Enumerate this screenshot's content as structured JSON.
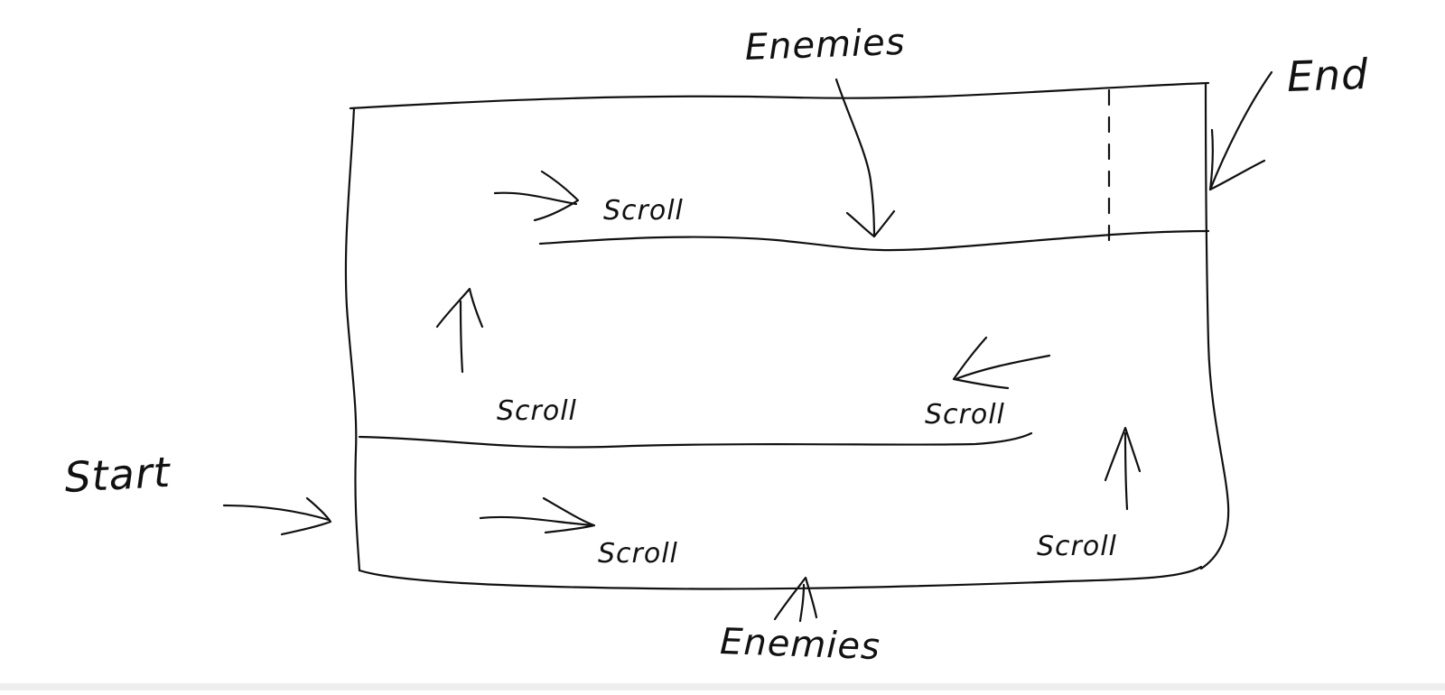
{
  "labels": {
    "enemies_top": "Enemies",
    "enemies_bottom": "Enemies",
    "start": "Start",
    "end": "End",
    "scroll_top": "Scroll",
    "scroll_mid_left": "Scroll",
    "scroll_mid_right": "Scroll",
    "scroll_bottom_left": "Scroll",
    "scroll_bottom_right": "Scroll"
  },
  "colors": {
    "ink": "#111111",
    "background": "#ffffff"
  }
}
